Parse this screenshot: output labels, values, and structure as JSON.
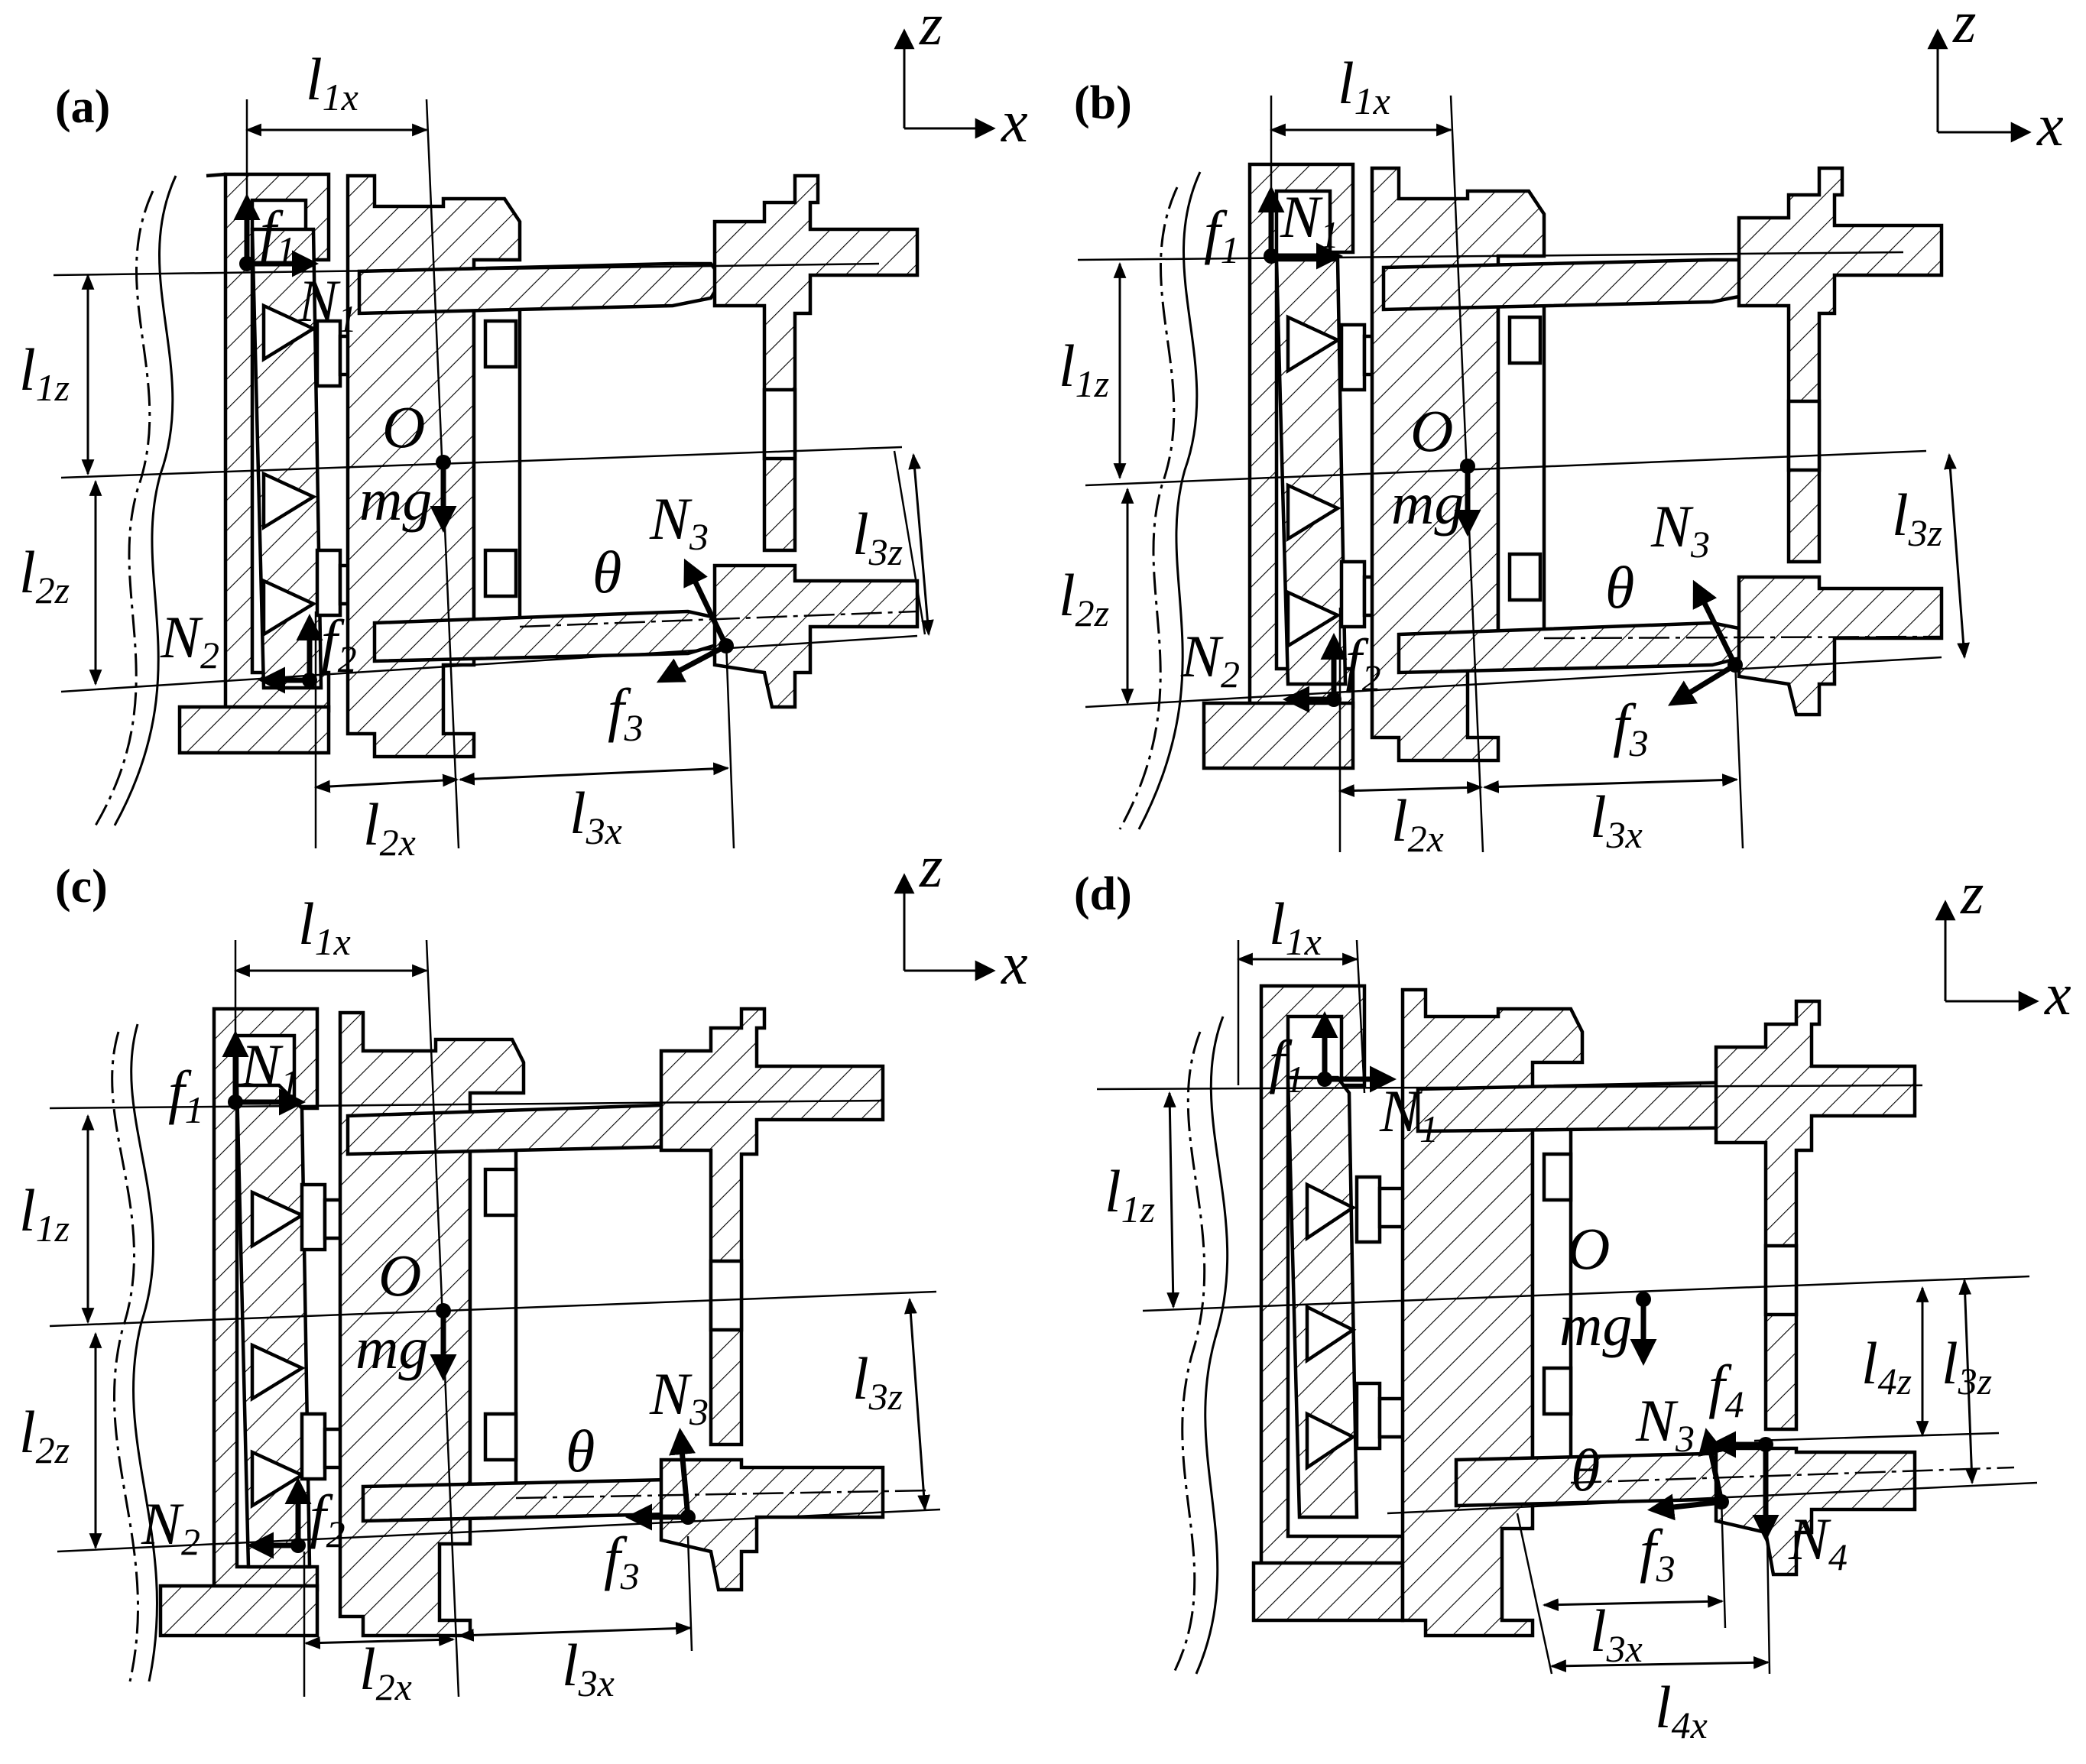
{
  "panels": [
    {
      "id": "a",
      "label": "(a)",
      "axes": {
        "z": "z",
        "x": "x"
      },
      "forces": {
        "f1": "f",
        "f1_sub": "1",
        "N1": "N",
        "N1_sub": "1",
        "N2": "N",
        "N2_sub": "2",
        "f2": "f",
        "f2_sub": "2",
        "N3": "N",
        "N3_sub": "3",
        "f3": "f",
        "f3_sub": "3",
        "mg": "mg",
        "O": "O",
        "theta": "θ"
      },
      "dims": {
        "l1x": "l",
        "l1x_sub": "1x",
        "l1z": "l",
        "l1z_sub": "1z",
        "l2z": "l",
        "l2z_sub": "2z",
        "l3z": "l",
        "l3z_sub": "3z",
        "l2x": "l",
        "l2x_sub": "2x",
        "l3x": "l",
        "l3x_sub": "3x"
      }
    },
    {
      "id": "b",
      "label": "(b)",
      "axes": {
        "z": "z",
        "x": "x"
      },
      "forces": {
        "f1": "f",
        "f1_sub": "1",
        "N1": "N",
        "N1_sub": "1",
        "N2": "N",
        "N2_sub": "2",
        "f2": "f",
        "f2_sub": "2",
        "N3": "N",
        "N3_sub": "3",
        "f3": "f",
        "f3_sub": "3",
        "mg": "mg",
        "O": "O",
        "theta": "θ"
      },
      "dims": {
        "l1x": "l",
        "l1x_sub": "1x",
        "l1z": "l",
        "l1z_sub": "1z",
        "l2z": "l",
        "l2z_sub": "2z",
        "l3z": "l",
        "l3z_sub": "3z",
        "l2x": "l",
        "l2x_sub": "2x",
        "l3x": "l",
        "l3x_sub": "3x"
      }
    },
    {
      "id": "c",
      "label": "(c)",
      "axes": {
        "z": "z",
        "x": "x"
      },
      "forces": {
        "f1": "f",
        "f1_sub": "1",
        "N1": "N",
        "N1_sub": "1",
        "N2": "N",
        "N2_sub": "2",
        "f2": "f",
        "f2_sub": "2",
        "N3": "N",
        "N3_sub": "3",
        "f3": "f",
        "f3_sub": "3",
        "mg": "mg",
        "O": "O",
        "theta": "θ"
      },
      "dims": {
        "l1x": "l",
        "l1x_sub": "1x",
        "l1z": "l",
        "l1z_sub": "1z",
        "l2z": "l",
        "l2z_sub": "2z",
        "l3z": "l",
        "l3z_sub": "3z",
        "l2x": "l",
        "l2x_sub": "2x",
        "l3x": "l",
        "l3x_sub": "3x"
      }
    },
    {
      "id": "d",
      "label": "(d)",
      "axes": {
        "z": "z",
        "x": "x"
      },
      "forces": {
        "f1": "f",
        "f1_sub": "1",
        "N1": "N",
        "N1_sub": "1",
        "N3": "N",
        "N3_sub": "3",
        "f3": "f",
        "f3_sub": "3",
        "f4": "f",
        "f4_sub": "4",
        "N4": "N",
        "N4_sub": "4",
        "mg": "mg",
        "O": "O",
        "theta": "θ"
      },
      "dims": {
        "l1x": "l",
        "l1x_sub": "1x",
        "l1z": "l",
        "l1z_sub": "1z",
        "l4z": "l",
        "l4z_sub": "4z",
        "l3z": "l",
        "l3z_sub": "3z",
        "l3x": "l",
        "l3x_sub": "3x",
        "l4x": "l",
        "l4x_sub": "4x"
      }
    }
  ]
}
